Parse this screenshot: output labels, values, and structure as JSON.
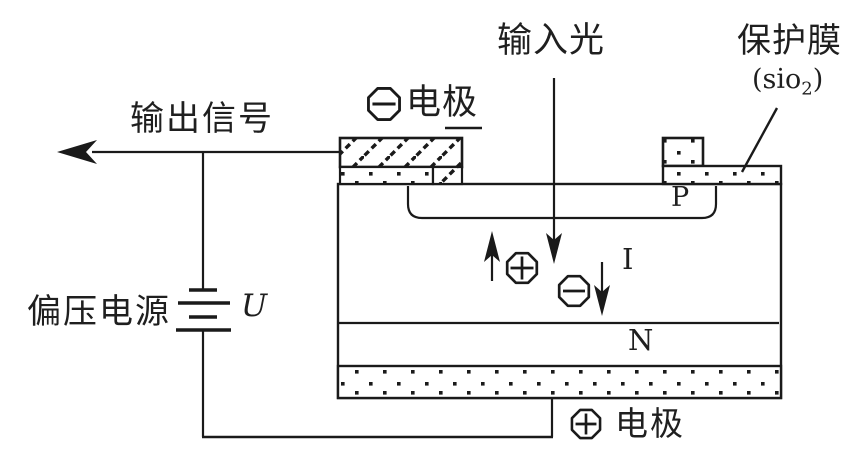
{
  "colors": {
    "line": "#1a1a1a",
    "background": "#ffffff"
  },
  "labels": {
    "output_signal": "输出信号",
    "input_light": "输入光",
    "protective_film": "保护膜",
    "film_formula_prefix": "(sio",
    "film_formula_sub": "2",
    "film_formula_suffix": ")",
    "top_electrode": "电极",
    "bottom_electrode": "电极",
    "bias_supply": "偏压电源",
    "voltage": "U",
    "current": "I",
    "p_region": "P",
    "n_region": "N"
  },
  "icons": {
    "minus_charge": "minus-in-octagon",
    "plus_charge": "plus-in-octagon",
    "battery": "multi-cell-battery"
  }
}
